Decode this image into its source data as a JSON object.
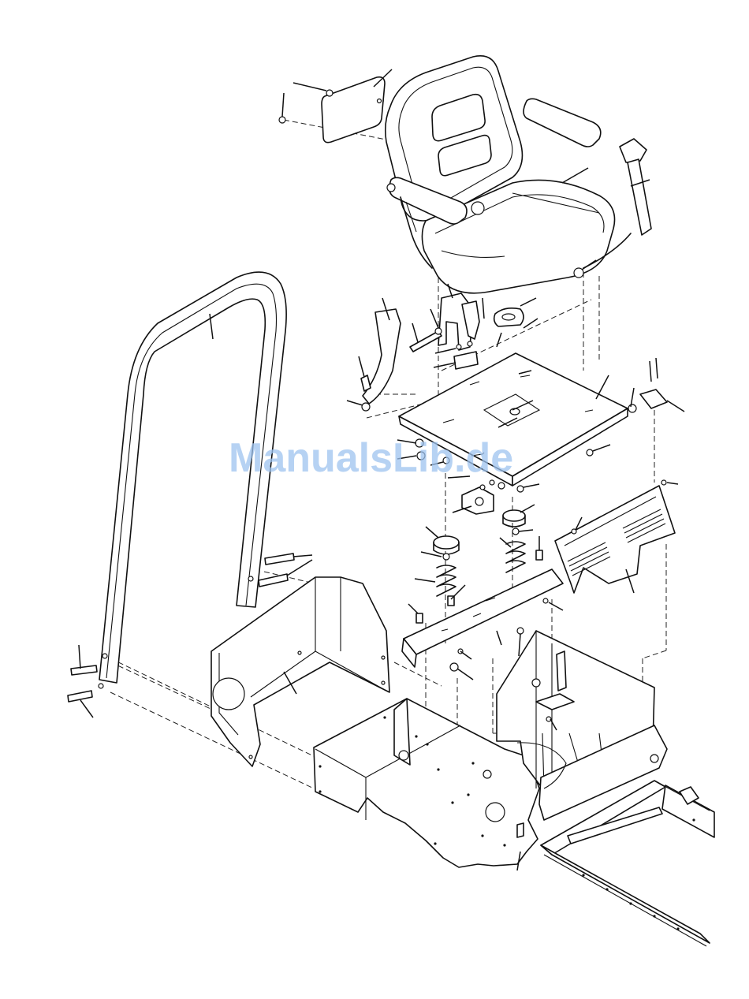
{
  "watermark": {
    "text": "ManualsLib.de",
    "color": "#9ec3ef"
  },
  "diagram": {
    "style": "exploded parts view",
    "line_color": "#111111",
    "parts": [
      "seat-back-plate",
      "seat",
      "seat-belt-buckle",
      "seat-belt-strap",
      "roll-bar",
      "seat-mount-plate",
      "seat-bracket",
      "seat-pivot",
      "isolator",
      "spring",
      "support-channel",
      "perforated-guard",
      "fender-box",
      "chassis-frame",
      "frame-rails"
    ]
  }
}
